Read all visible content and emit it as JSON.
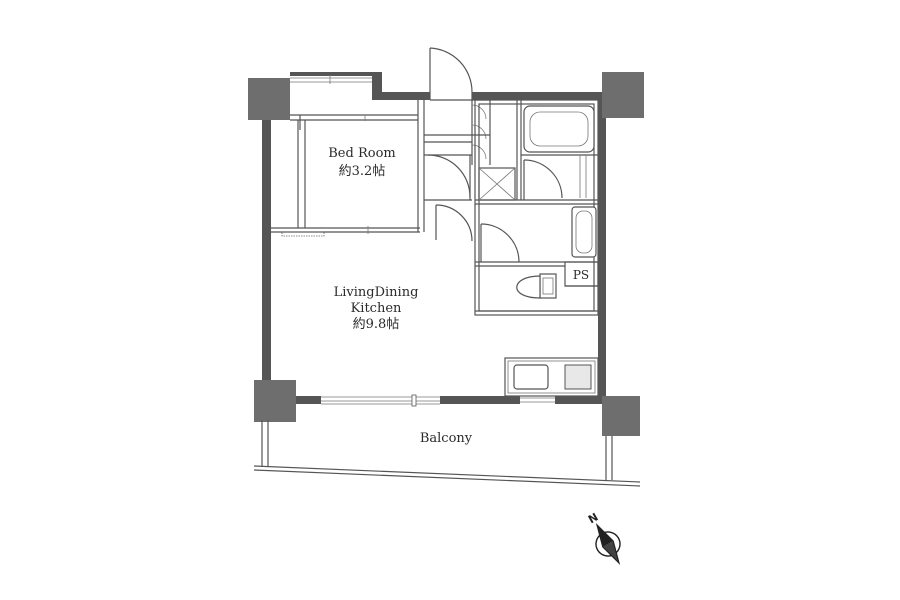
{
  "rooms": {
    "bedroom": {
      "name": "Bed Room",
      "area": "約3.2帖"
    },
    "ldk": {
      "name_line1": "LivingDining",
      "name_line2": "Kitchen",
      "area": "約9.8帖"
    },
    "ps": {
      "name": "PS"
    },
    "balcony": {
      "name": "Balcony"
    }
  },
  "compass": {
    "letter": "N",
    "icon": "compass-north-arrow-icon"
  },
  "colors": {
    "wall": "#555555",
    "pillar": "#6e6e6e",
    "background": "#ffffff"
  }
}
